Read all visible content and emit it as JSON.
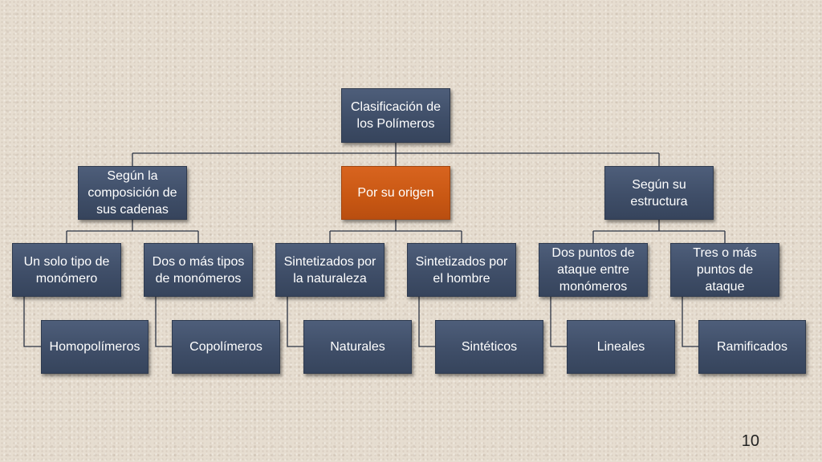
{
  "diagram": {
    "root": "Clasificación de los Polímeros",
    "categories": [
      {
        "label": "Según la composición de sus cadenas",
        "subtypes": [
          {
            "label": "Un solo tipo de monómero",
            "result": "Homopolímeros"
          },
          {
            "label": "Dos o más tipos de monómeros",
            "result": "Copolímeros"
          }
        ]
      },
      {
        "label": "Por su origen",
        "subtypes": [
          {
            "label": "Sintetizados por la naturaleza",
            "result": "Naturales"
          },
          {
            "label": "Sintetizados por el hombre",
            "result": "Sintéticos"
          }
        ]
      },
      {
        "label": "Según su estructura",
        "subtypes": [
          {
            "label": "Dos puntos de ataque entre monómeros",
            "result": "Lineales"
          },
          {
            "label": "Tres o más puntos de ataque",
            "result": "Ramificados"
          }
        ]
      }
    ]
  },
  "colors": {
    "node_fill": "#3f4e68",
    "accent_fill": "#c85713",
    "connector": "#2b3242"
  },
  "page_number": "10"
}
